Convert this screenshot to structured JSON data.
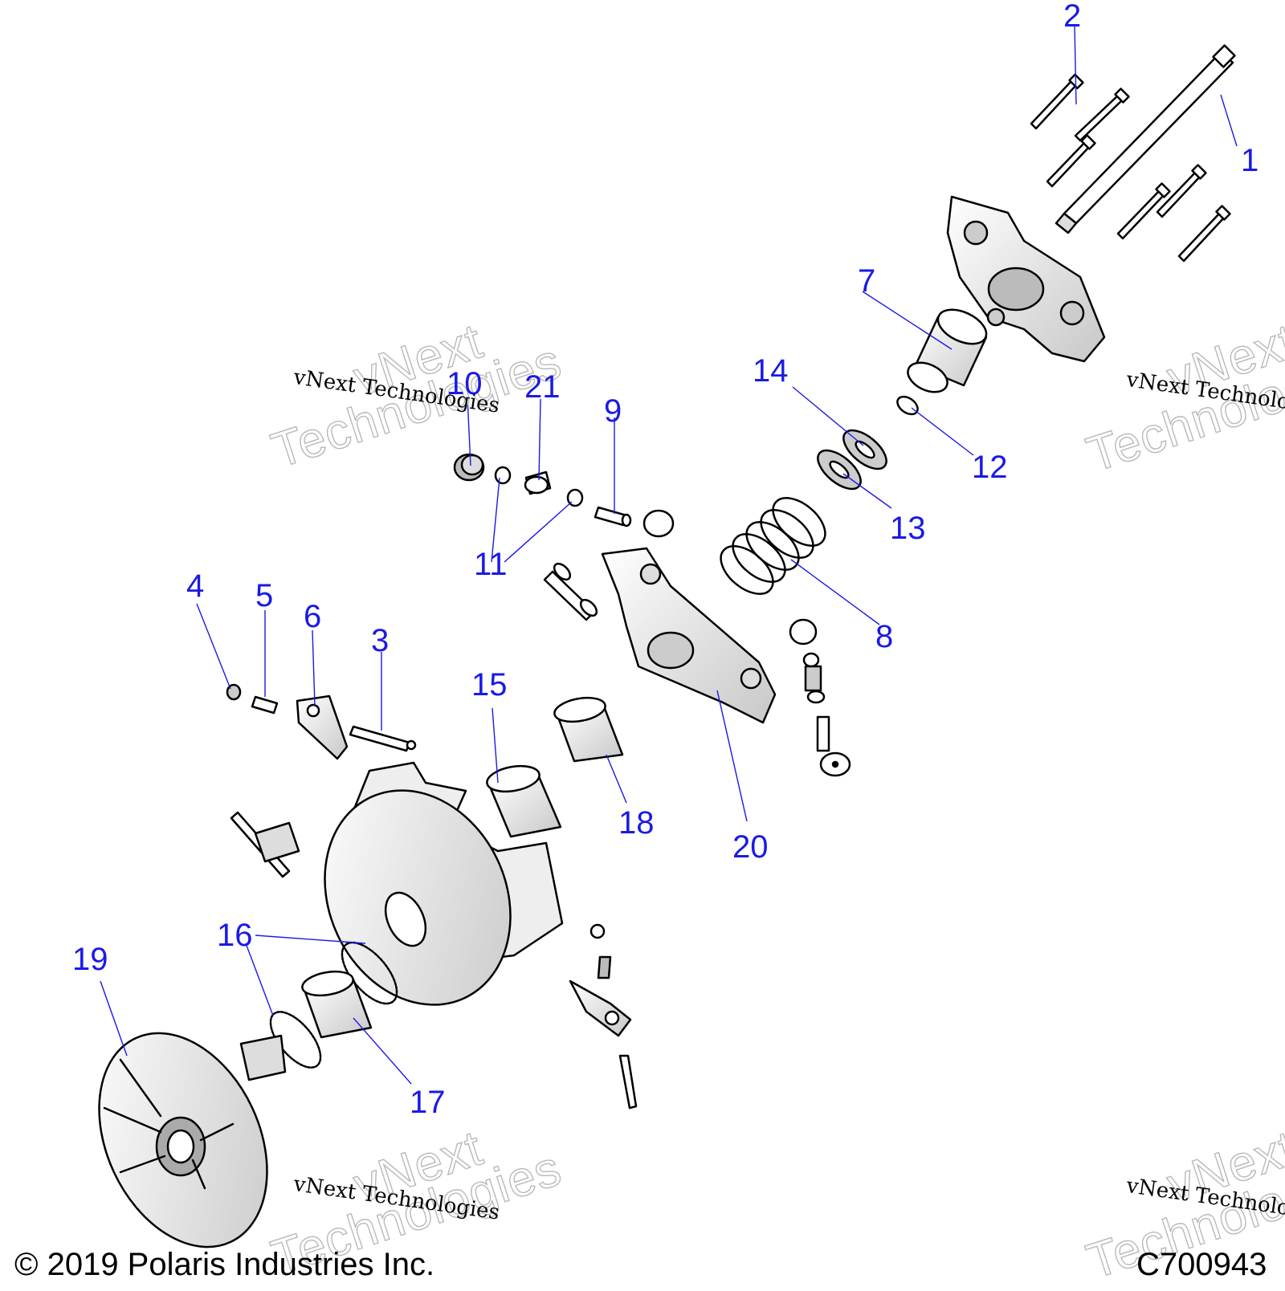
{
  "diagram": {
    "callouts": [
      {
        "id": "c1",
        "label": "1"
      },
      {
        "id": "c2",
        "label": "2"
      },
      {
        "id": "c3",
        "label": "3"
      },
      {
        "id": "c4",
        "label": "4"
      },
      {
        "id": "c5",
        "label": "5"
      },
      {
        "id": "c6",
        "label": "6"
      },
      {
        "id": "c7",
        "label": "7"
      },
      {
        "id": "c8",
        "label": "8"
      },
      {
        "id": "c9",
        "label": "9"
      },
      {
        "id": "c10",
        "label": "10"
      },
      {
        "id": "c11",
        "label": "11"
      },
      {
        "id": "c12",
        "label": "12"
      },
      {
        "id": "c13",
        "label": "13"
      },
      {
        "id": "c14",
        "label": "14"
      },
      {
        "id": "c15",
        "label": "15"
      },
      {
        "id": "c16",
        "label": "16"
      },
      {
        "id": "c17",
        "label": "17"
      },
      {
        "id": "c18",
        "label": "18"
      },
      {
        "id": "c19",
        "label": "19"
      },
      {
        "id": "c20",
        "label": "20"
      },
      {
        "id": "c21",
        "label": "21"
      }
    ],
    "watermark_small": "vNext Technologies",
    "watermark_big_line1": "vNext",
    "watermark_big_line2": "Technologies",
    "copyright": "© 2019 Polaris Industries Inc.",
    "figure_code": "C700943"
  },
  "colors": {
    "callout": "#1a1ae6",
    "line": "#000000",
    "part_fill": "#ffffff"
  }
}
